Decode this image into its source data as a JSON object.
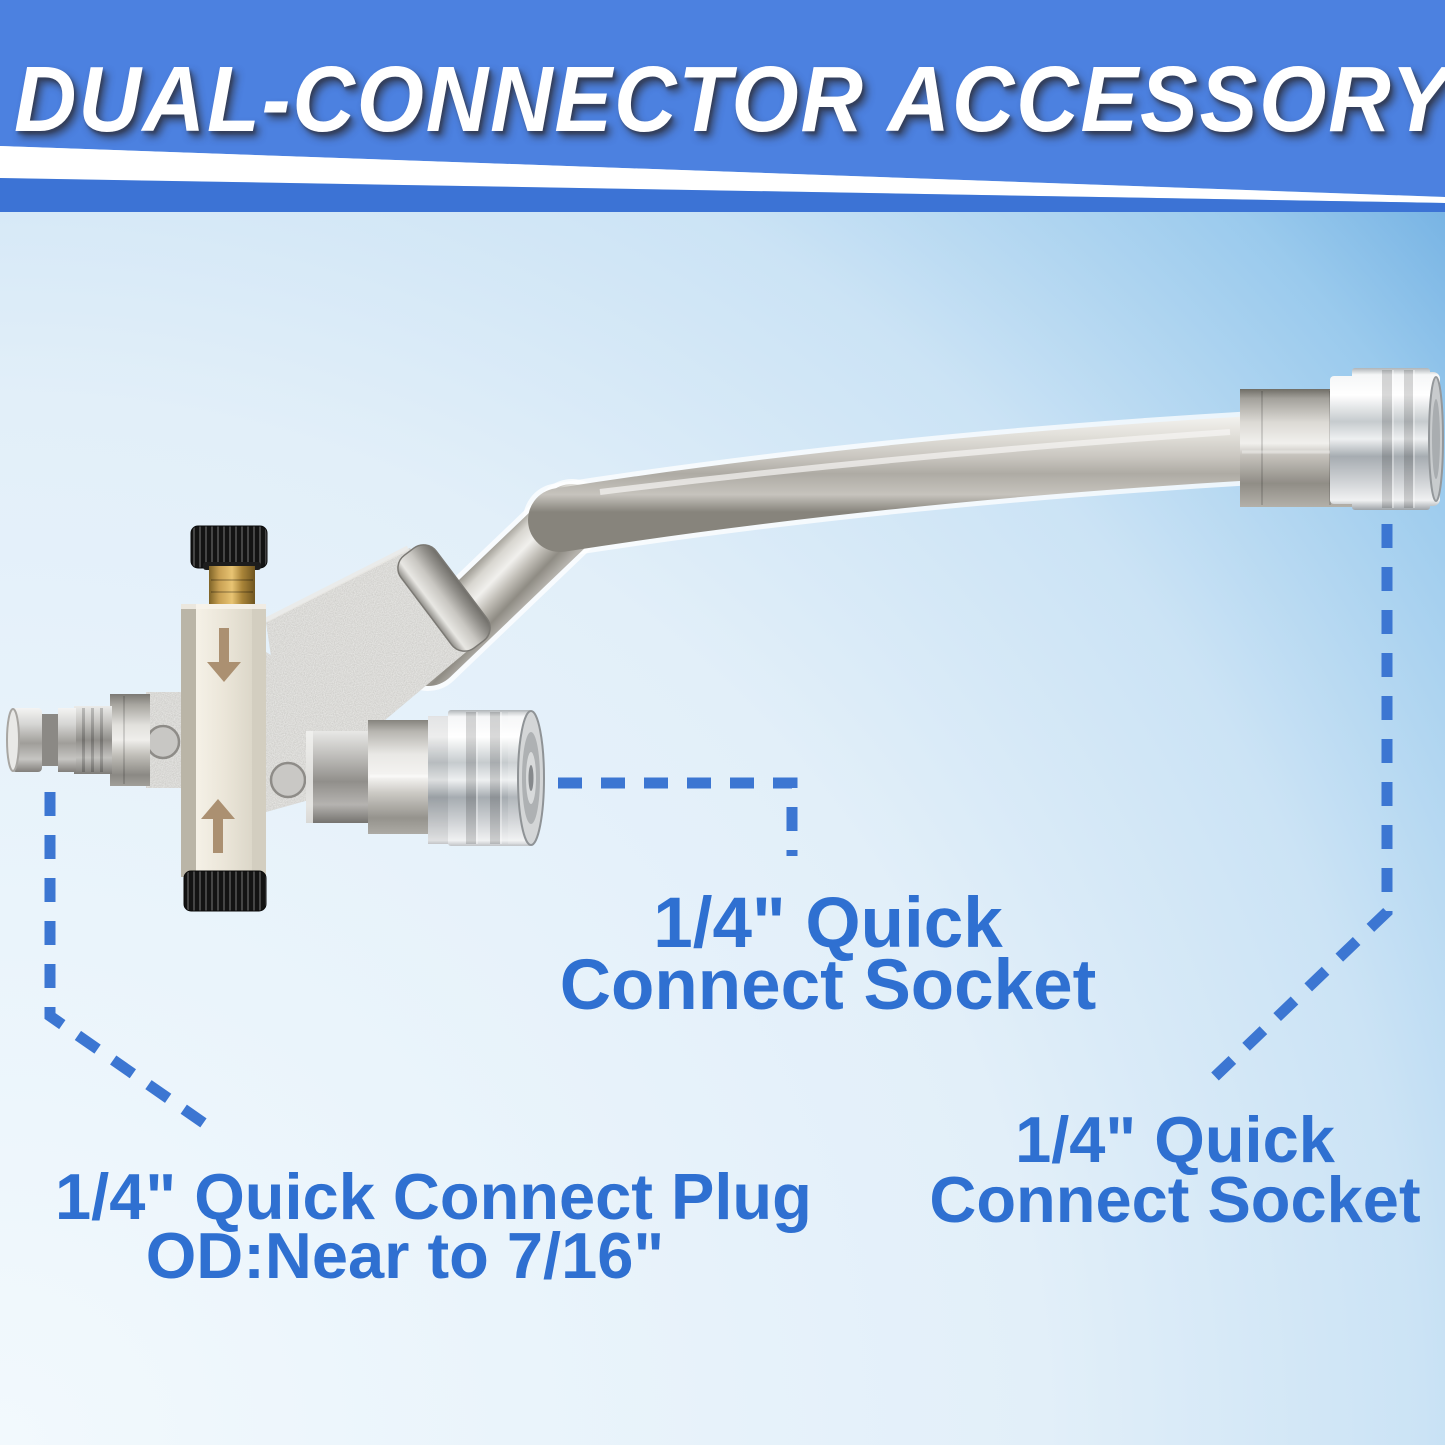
{
  "banner": {
    "title": "DUAL-CONNECTOR ACCESSORY"
  },
  "callouts": {
    "socket_mid": {
      "line1": "1/4\" Quick",
      "line2": "Connect Socket"
    },
    "socket_right": {
      "line1": "1/4\" Quick",
      "line2": "Connect Socket"
    },
    "plug": {
      "line1": "1/4\" Quick Connect Plug",
      "line2": "OD:Near to 7/16\""
    }
  },
  "icons": {
    "flow_top": "arrow-down",
    "flow_bottom": "arrow-up"
  },
  "colors": {
    "banner_bg": "#4c81e0",
    "banner_stripe": "#3c73d5",
    "banner_text": "#ffffff",
    "label_text": "#2f70d1",
    "dashed_line": "#3c76d2",
    "bg_light": "#f2f9fd",
    "bg_mid": "#cbe3f5",
    "bg_dark": "#78b4e4",
    "brass": "#c79f52",
    "valve_body": "#ece7da",
    "flow_arrow": "#ab9071",
    "knob": "#161616"
  }
}
